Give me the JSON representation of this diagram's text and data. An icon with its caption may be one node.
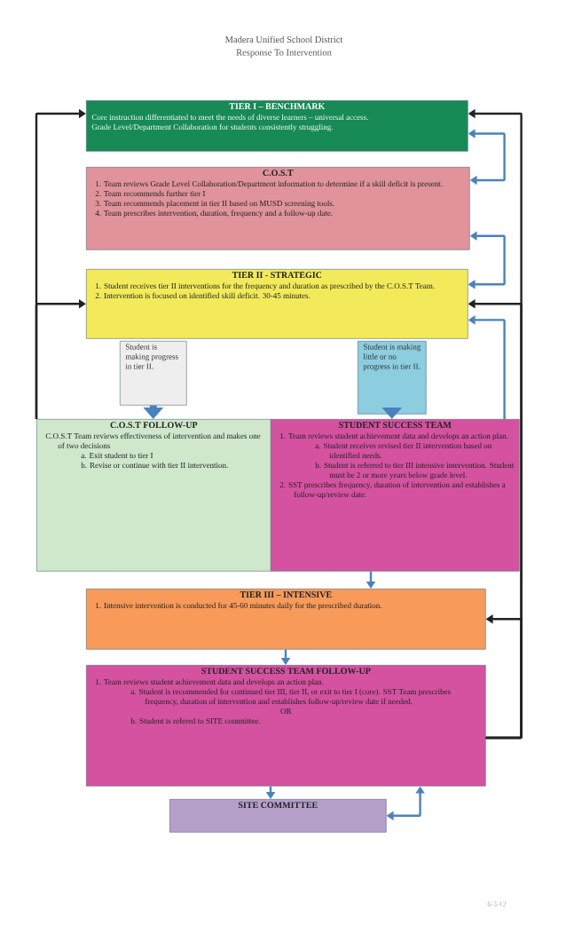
{
  "diagram": {
    "title": "Madera Unified School District",
    "nodes": [
      {
        "text": [
          "TIER I – BENCHMARK",
          "Core instruction differentiated to meet the needs of diverse learners – universal access.",
          "Grade Level/Department Collaboration for students consistently struggling."
        ]
      },
      {
        "text": [
          "C.O.S.T",
          "1. Team reviews Grade Level Collaboration/Department information to determine if a skill deficit is present.",
          "2. Team recommends further tier I",
          "3. Team recommends placement in tier II based on MUSD screening tools.",
          "4. Team prescribes intervention, duration, frequency and a follow-up date."
        ]
      },
      {
        "text": [
          "TIER II - STRATEGIC",
          "1. Student receives tier II interventions for the frequency and duration as prescribed by the C.O.S.T Team.",
          "2. Intervention is focused on identified skill deficit. 30-45 minutes."
        ]
      },
      {
        "text": [
          "Student is making progress in tier II."
        ]
      },
      {
        "text": [
          "Student is making little or no progress in tier II."
        ]
      },
      {
        "text": [
          "C.O.S.T FOLLOW-UP",
          "C.O.S.T Team reviews effectiveness of intervention and makes one of two decisions",
          "a. Exit student to tier I",
          "b. Revise or continue with tier II intervention."
        ]
      },
      {
        "text": [
          "STUDENT SUCCESS TEAM",
          "1. Team reviews student achievement data and develops an action plan.",
          "a. Student receives revised tier II intervention based on identified needs.",
          "b. Student is referred to tier III intensive intervention. Student must be 2 or more years below grade level.",
          "2. SST prescribes frequency, duration of intervention and establishes a follow-up/review date."
        ]
      },
      {
        "text": [
          "TIER III – INTENSIVE",
          "1. Intensive intervention is conducted for 45-60 minutes daily for the prescribed duration."
        ]
      },
      {
        "text": [
          "STUDENT SUCCESS TEAM FOLLOW-UP",
          "1. Team reviews student achievement data and develops an action plan.",
          "a. Student is recommended for continued tier III, tier II, or exit to tier I (core). SST Team prescribes frequency, duration of intervention and establishes follow-up/review date if needed.",
          "OR",
          "b. Student is refered to SITE committee."
        ]
      },
      {
        "text": [
          "SITE COMMITTEE"
        ]
      }
    ],
    "edges": [
      {
        "from": 5,
        "to": 0,
        "arrow": "to",
        "color": "#222222"
      },
      {
        "from": 5,
        "to": 2,
        "arrow": "to",
        "color": "#222222"
      },
      {
        "from": 8,
        "to": 0,
        "arrow": "to",
        "color": "#222222"
      },
      {
        "from": 8,
        "to": 2,
        "arrow": "to",
        "color": "#222222"
      },
      {
        "from": 8,
        "to": 7,
        "arrow": "to",
        "color": "#222222"
      },
      {
        "from": 1,
        "to": 0,
        "arrow": "both"
      },
      {
        "from": 1,
        "to": 2,
        "arrow": "both"
      },
      {
        "from": 6,
        "to": 2,
        "arrow": "to"
      },
      {
        "from": 3,
        "to": 5,
        "arrow": "to",
        "style": "thick"
      },
      {
        "from": 4,
        "to": 6,
        "arrow": "to",
        "style": "thick"
      },
      {
        "from": 6,
        "to": 7,
        "arrow": "to"
      },
      {
        "from": 7,
        "to": 8,
        "arrow": "to"
      },
      {
        "from": 8,
        "to": 9,
        "arrow": "to"
      },
      {
        "from": 9,
        "to": 8,
        "arrow": "both"
      }
    ],
    "labels": [
      "Response To Intervention",
      "6-3-12"
    ]
  }
}
